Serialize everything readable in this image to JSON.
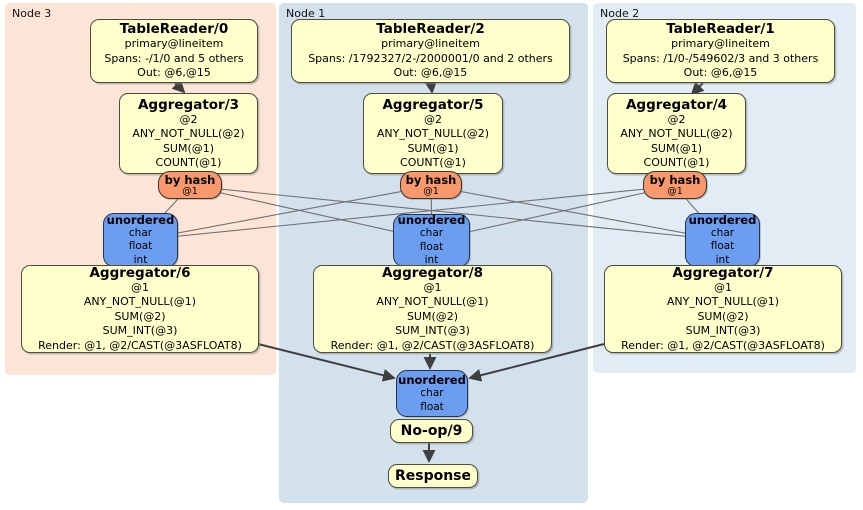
{
  "regions": {
    "node3": {
      "label": "Node 3"
    },
    "node1": {
      "label": "Node 1"
    },
    "node2": {
      "label": "Node 2"
    }
  },
  "colors": {
    "node3_bg": "#fce4d6",
    "node1_bg": "#d2e1ec",
    "node2_bg": "#e2ecf5",
    "processor_bg": "#ffffcc",
    "router_bg": "#f8996d",
    "sync_bg": "#6b9ef0",
    "edge_thin": "#707070",
    "edge_thick": "#3f3f3f"
  },
  "processors": {
    "tablereader0": {
      "title": "TableReader/0",
      "index": "primary@lineitem",
      "spans": "Spans: -/1/0 and 5 others",
      "out": "Out: @6,@15"
    },
    "tablereader2": {
      "title": "TableReader/2",
      "index": "primary@lineitem",
      "spans": "Spans: /1792327/2-/2000001/0 and 2 others",
      "out": "Out: @6,@15"
    },
    "tablereader1": {
      "title": "TableReader/1",
      "index": "primary@lineitem",
      "spans": "Spans: /1/0-/549602/3 and 3 others",
      "out": "Out: @6,@15"
    },
    "aggregator3": {
      "title": "Aggregator/3",
      "lines": [
        "@2",
        "ANY_NOT_NULL(@2)",
        "SUM(@1)",
        "COUNT(@1)"
      ]
    },
    "aggregator5": {
      "title": "Aggregator/5",
      "lines": [
        "@2",
        "ANY_NOT_NULL(@2)",
        "SUM(@1)",
        "COUNT(@1)"
      ]
    },
    "aggregator4": {
      "title": "Aggregator/4",
      "lines": [
        "@2",
        "ANY_NOT_NULL(@2)",
        "SUM(@1)",
        "COUNT(@1)"
      ]
    },
    "aggregator6": {
      "title": "Aggregator/6",
      "lines": [
        "@1",
        "ANY_NOT_NULL(@1)",
        "SUM(@2)",
        "SUM_INT(@3)",
        "Render: @1, @2/CAST(@3ASFLOAT8)"
      ]
    },
    "aggregator8": {
      "title": "Aggregator/8",
      "lines": [
        "@1",
        "ANY_NOT_NULL(@1)",
        "SUM(@2)",
        "SUM_INT(@3)",
        "Render: @1, @2/CAST(@3ASFLOAT8)"
      ]
    },
    "aggregator7": {
      "title": "Aggregator/7",
      "lines": [
        "@1",
        "ANY_NOT_NULL(@1)",
        "SUM(@2)",
        "SUM_INT(@3)",
        "Render: @1, @2/CAST(@3ASFLOAT8)"
      ]
    },
    "noop": {
      "title": "No-op/9"
    },
    "response": {
      "title": "Response"
    }
  },
  "routers": {
    "left": {
      "title": "by hash",
      "detail": "@1"
    },
    "center": {
      "title": "by hash",
      "detail": "@1"
    },
    "right": {
      "title": "by hash",
      "detail": "@1"
    }
  },
  "syncs": {
    "left": {
      "title": "unordered",
      "items": [
        "char",
        "float",
        "int"
      ]
    },
    "center": {
      "title": "unordered",
      "items": [
        "char",
        "float",
        "int"
      ]
    },
    "right": {
      "title": "unordered",
      "items": [
        "char",
        "float",
        "int"
      ]
    },
    "final": {
      "title": "unordered",
      "items": [
        "char",
        "float"
      ]
    }
  }
}
